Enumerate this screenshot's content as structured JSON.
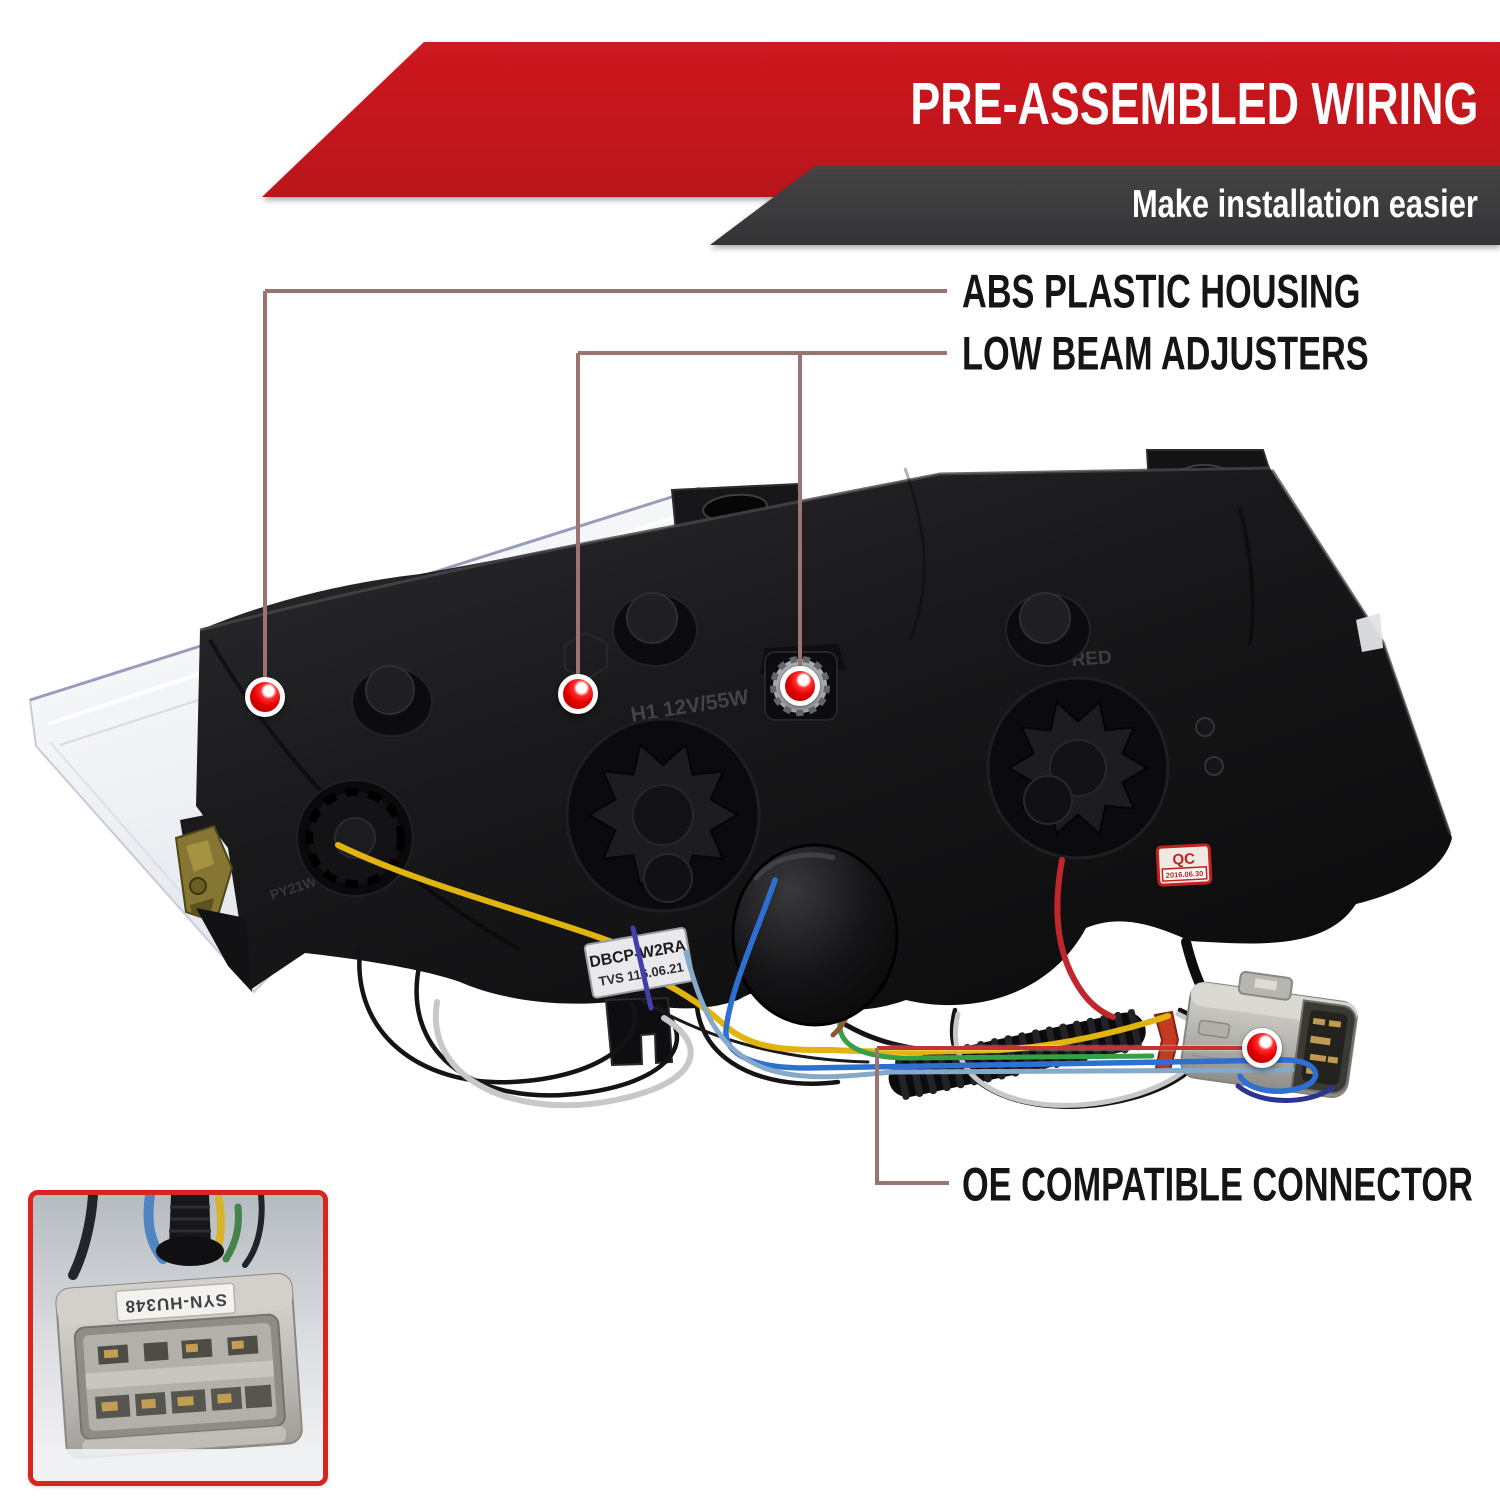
{
  "banner": {
    "title": "PRE-ASSEMBLED WIRING",
    "subtitle": "Make installation easier"
  },
  "callouts": {
    "abs": {
      "label": "ABS PLASTIC HOUSING"
    },
    "low_beam": {
      "label": "LOW BEAM ADJUSTERS"
    },
    "oe": {
      "label": "OE COMPATIBLE CONNECTOR"
    }
  },
  "photo": {
    "qc_sticker": {
      "line1": "QC",
      "line2": "2016.06.30"
    },
    "wire_tag": {
      "line1": "DBCP-W2RA",
      "line2": "TVS 116.06.21"
    },
    "embossed": {
      "bulb_spec": "H1 12V/55W",
      "red_mark": "RED",
      "py_mark": "PY21W 2W"
    }
  },
  "inset": {
    "connector_label": "SYN-HU348"
  },
  "colors": {
    "banner_red": "#c4161c",
    "banner_dark": "#3b3a3c",
    "callout_line": "#9b7370",
    "callout_line_bright": "#c2342e",
    "marker_red": "#e20000",
    "inset_border": "#da2420"
  }
}
